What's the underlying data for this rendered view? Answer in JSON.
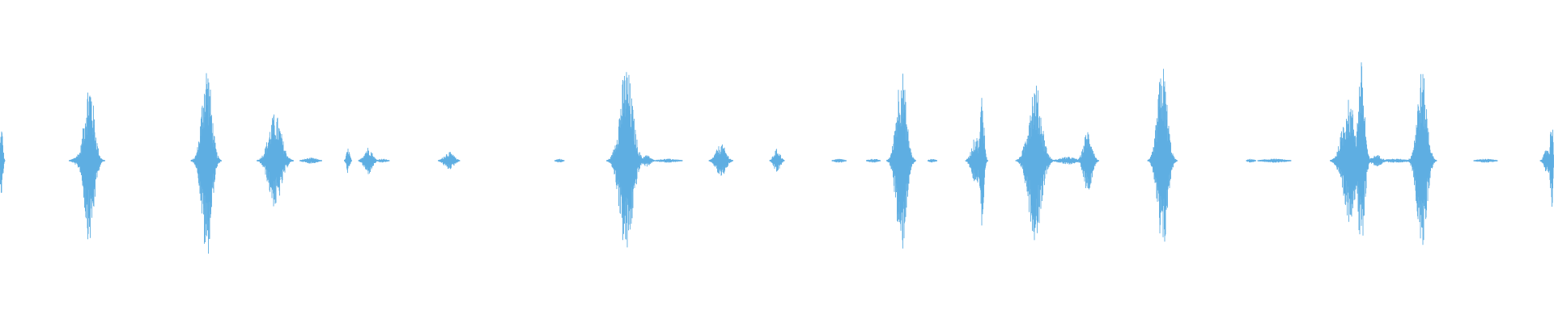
{
  "waveform": {
    "color": "#5dade2",
    "background": "#ffffff",
    "normalized_range": [
      -1,
      1
    ],
    "bursts": [
      {
        "t": 0.001,
        "amp": 0.36,
        "spread": 0.0008
      },
      {
        "t": 0.056,
        "amp": 0.17,
        "spread": 0.0045
      },
      {
        "t": 0.0575,
        "amp": 0.83,
        "spread": 0.003
      },
      {
        "t": 0.13,
        "amp": 0.12,
        "spread": 0.003
      },
      {
        "t": 0.133,
        "amp": 1.0,
        "spread": 0.003
      },
      {
        "t": 0.177,
        "amp": 0.48,
        "spread": 0.004
      },
      {
        "t": 0.2,
        "amp": 0.03,
        "spread": 0.004
      },
      {
        "t": 0.224,
        "amp": 0.13,
        "spread": 0.001
      },
      {
        "t": 0.237,
        "amp": 0.14,
        "spread": 0.0025
      },
      {
        "t": 0.246,
        "amp": 0.02,
        "spread": 0.003
      },
      {
        "t": 0.289,
        "amp": 0.09,
        "spread": 0.003
      },
      {
        "t": 0.36,
        "amp": 0.02,
        "spread": 0.002
      },
      {
        "t": 0.403,
        "amp": 0.96,
        "spread": 0.004
      },
      {
        "t": 0.416,
        "amp": 0.06,
        "spread": 0.0025
      },
      {
        "t": 0.43,
        "amp": 0.02,
        "spread": 0.006
      },
      {
        "t": 0.464,
        "amp": 0.17,
        "spread": 0.003
      },
      {
        "t": 0.5,
        "amp": 0.12,
        "spread": 0.002
      },
      {
        "t": 0.54,
        "amp": 0.02,
        "spread": 0.003
      },
      {
        "t": 0.562,
        "amp": 0.02,
        "spread": 0.003
      },
      {
        "t": 0.58,
        "amp": 0.96,
        "spread": 0.003
      },
      {
        "t": 0.6,
        "amp": 0.02,
        "spread": 0.002
      },
      {
        "t": 0.628,
        "amp": 0.25,
        "spread": 0.0025
      },
      {
        "t": 0.632,
        "amp": 0.72,
        "spread": 0.0012
      },
      {
        "t": 0.666,
        "amp": 0.8,
        "spread": 0.004
      },
      {
        "t": 0.687,
        "amp": 0.04,
        "spread": 0.005
      },
      {
        "t": 0.7,
        "amp": 0.32,
        "spread": 0.0025
      },
      {
        "t": 0.748,
        "amp": 0.98,
        "spread": 0.003
      },
      {
        "t": 0.805,
        "amp": 0.02,
        "spread": 0.002
      },
      {
        "t": 0.82,
        "amp": 0.02,
        "spread": 0.007
      },
      {
        "t": 0.868,
        "amp": 0.62,
        "spread": 0.004
      },
      {
        "t": 0.876,
        "amp": 1.0,
        "spread": 0.002
      },
      {
        "t": 0.886,
        "amp": 0.06,
        "spread": 0.003
      },
      {
        "t": 0.898,
        "amp": 0.02,
        "spread": 0.008
      },
      {
        "t": 0.915,
        "amp": 0.92,
        "spread": 0.003
      },
      {
        "t": 0.956,
        "amp": 0.02,
        "spread": 0.005
      },
      {
        "t": 0.996,
        "amp": 0.14,
        "spread": 0.002
      },
      {
        "t": 0.9985,
        "amp": 0.5,
        "spread": 0.0008
      }
    ]
  }
}
